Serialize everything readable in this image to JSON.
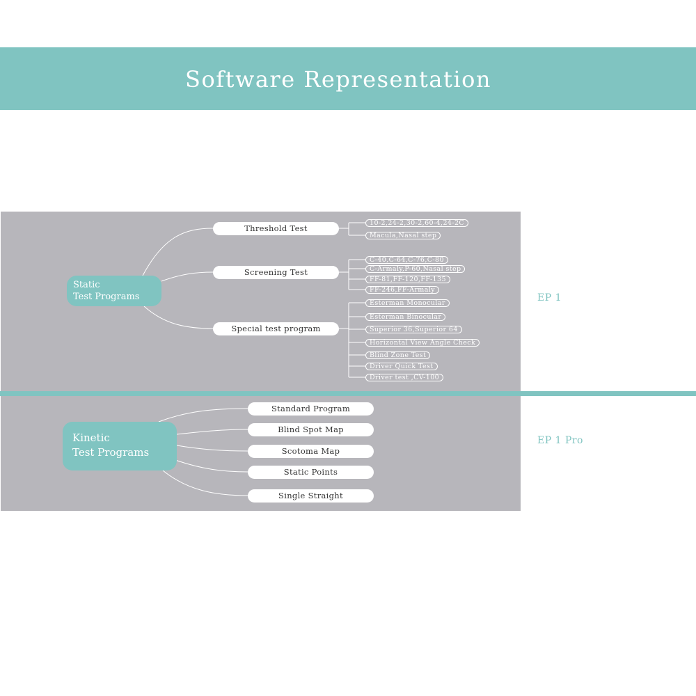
{
  "header": {
    "title": "Software Representation"
  },
  "static_section": {
    "root": {
      "line1": "Static",
      "line2": "Test Programs"
    },
    "categories": [
      {
        "label": "Threshold Test",
        "items": [
          "10-2,24-2,30-2,60-4,24-2C",
          "Macula,Nasal step"
        ]
      },
      {
        "label": "Screening Test",
        "items": [
          "C-40,C-64,C-76,C-80",
          "C-Armaly,P-60,Nasal step",
          "FF-81,FF-120,FF-135",
          "FF-246,FF-Armaly"
        ]
      },
      {
        "label": "Special test program",
        "items": [
          "Esterman Monocular",
          "Esterman Binocular",
          "Superior 36,Superior 64",
          "Horizontal View Angle Check",
          "Blind Zone Test",
          "Driver Quick Test",
          "Driver test ,CV-100"
        ]
      }
    ],
    "side_label": "EP 1"
  },
  "kinetic_section": {
    "root": {
      "line1": "Kinetic",
      "line2": "Test Programs"
    },
    "items": [
      "Standard Program",
      "Blind Spot Map",
      "Scotoma Map",
      "Static Points",
      "Single Straight"
    ],
    "side_label": "EP 1 Pro"
  },
  "colors": {
    "accent": "#80c4c1",
    "panel": "#b7b6bb",
    "text": "#333333"
  }
}
